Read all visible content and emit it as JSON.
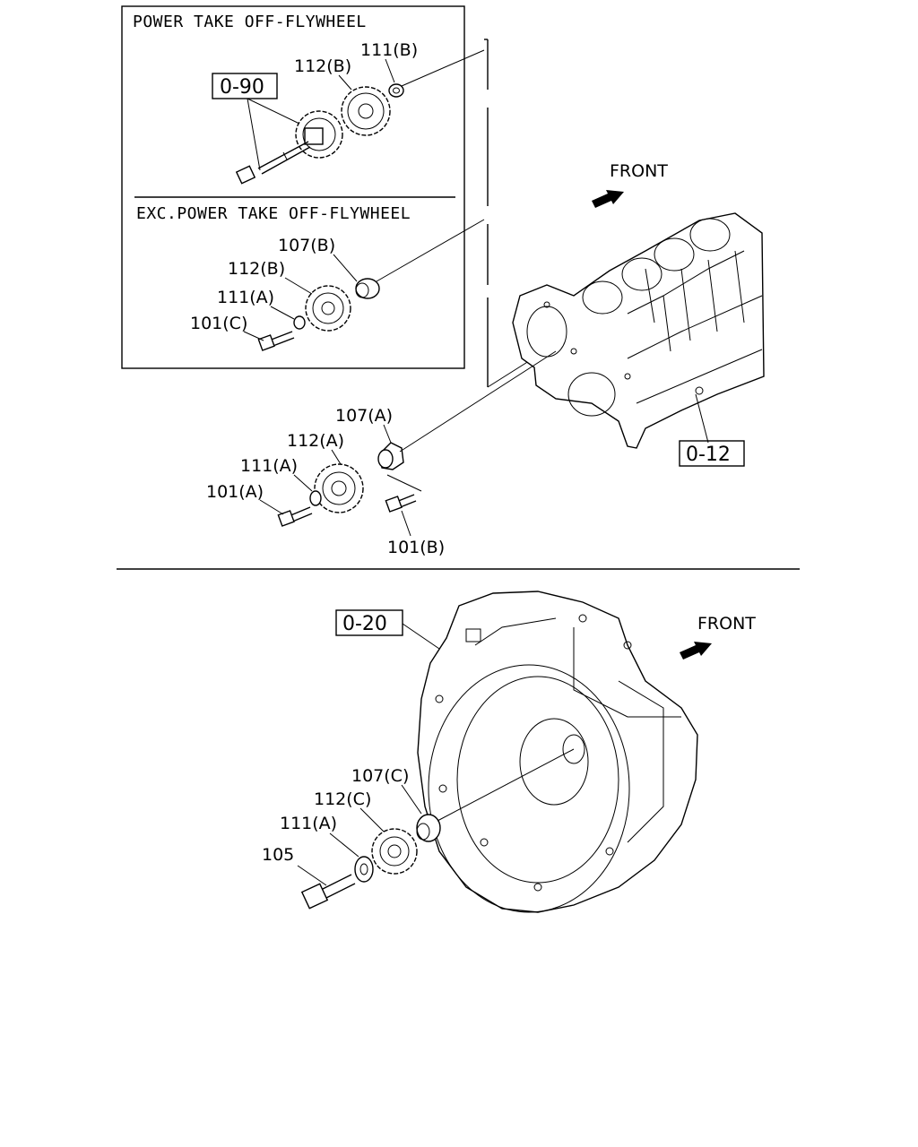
{
  "inset": {
    "title_pto": "POWER TAKE OFF-FLYWHEEL",
    "title_exc": "EXC.POWER TAKE OFF-FLYWHEEL"
  },
  "labels": {
    "pto_111b": "111(B)",
    "pto_112b": "112(B)",
    "exc_107b": "107(B)",
    "exc_112b": "112(B)",
    "exc_111a": "111(A)",
    "exc_101c": "101(C)",
    "mid_107a": "107(A)",
    "mid_112a": "112(A)",
    "mid_111a": "111(A)",
    "mid_101a": "101(A)",
    "mid_101b": "101(B)",
    "bot_107c": "107(C)",
    "bot_112c": "112(C)",
    "bot_111a": "111(A)",
    "bot_105": "105"
  },
  "refs": {
    "ref_090": "0-90",
    "ref_012": "0-12",
    "ref_020": "0-20"
  },
  "front": {
    "top": "FRONT",
    "bottom": "FRONT"
  }
}
